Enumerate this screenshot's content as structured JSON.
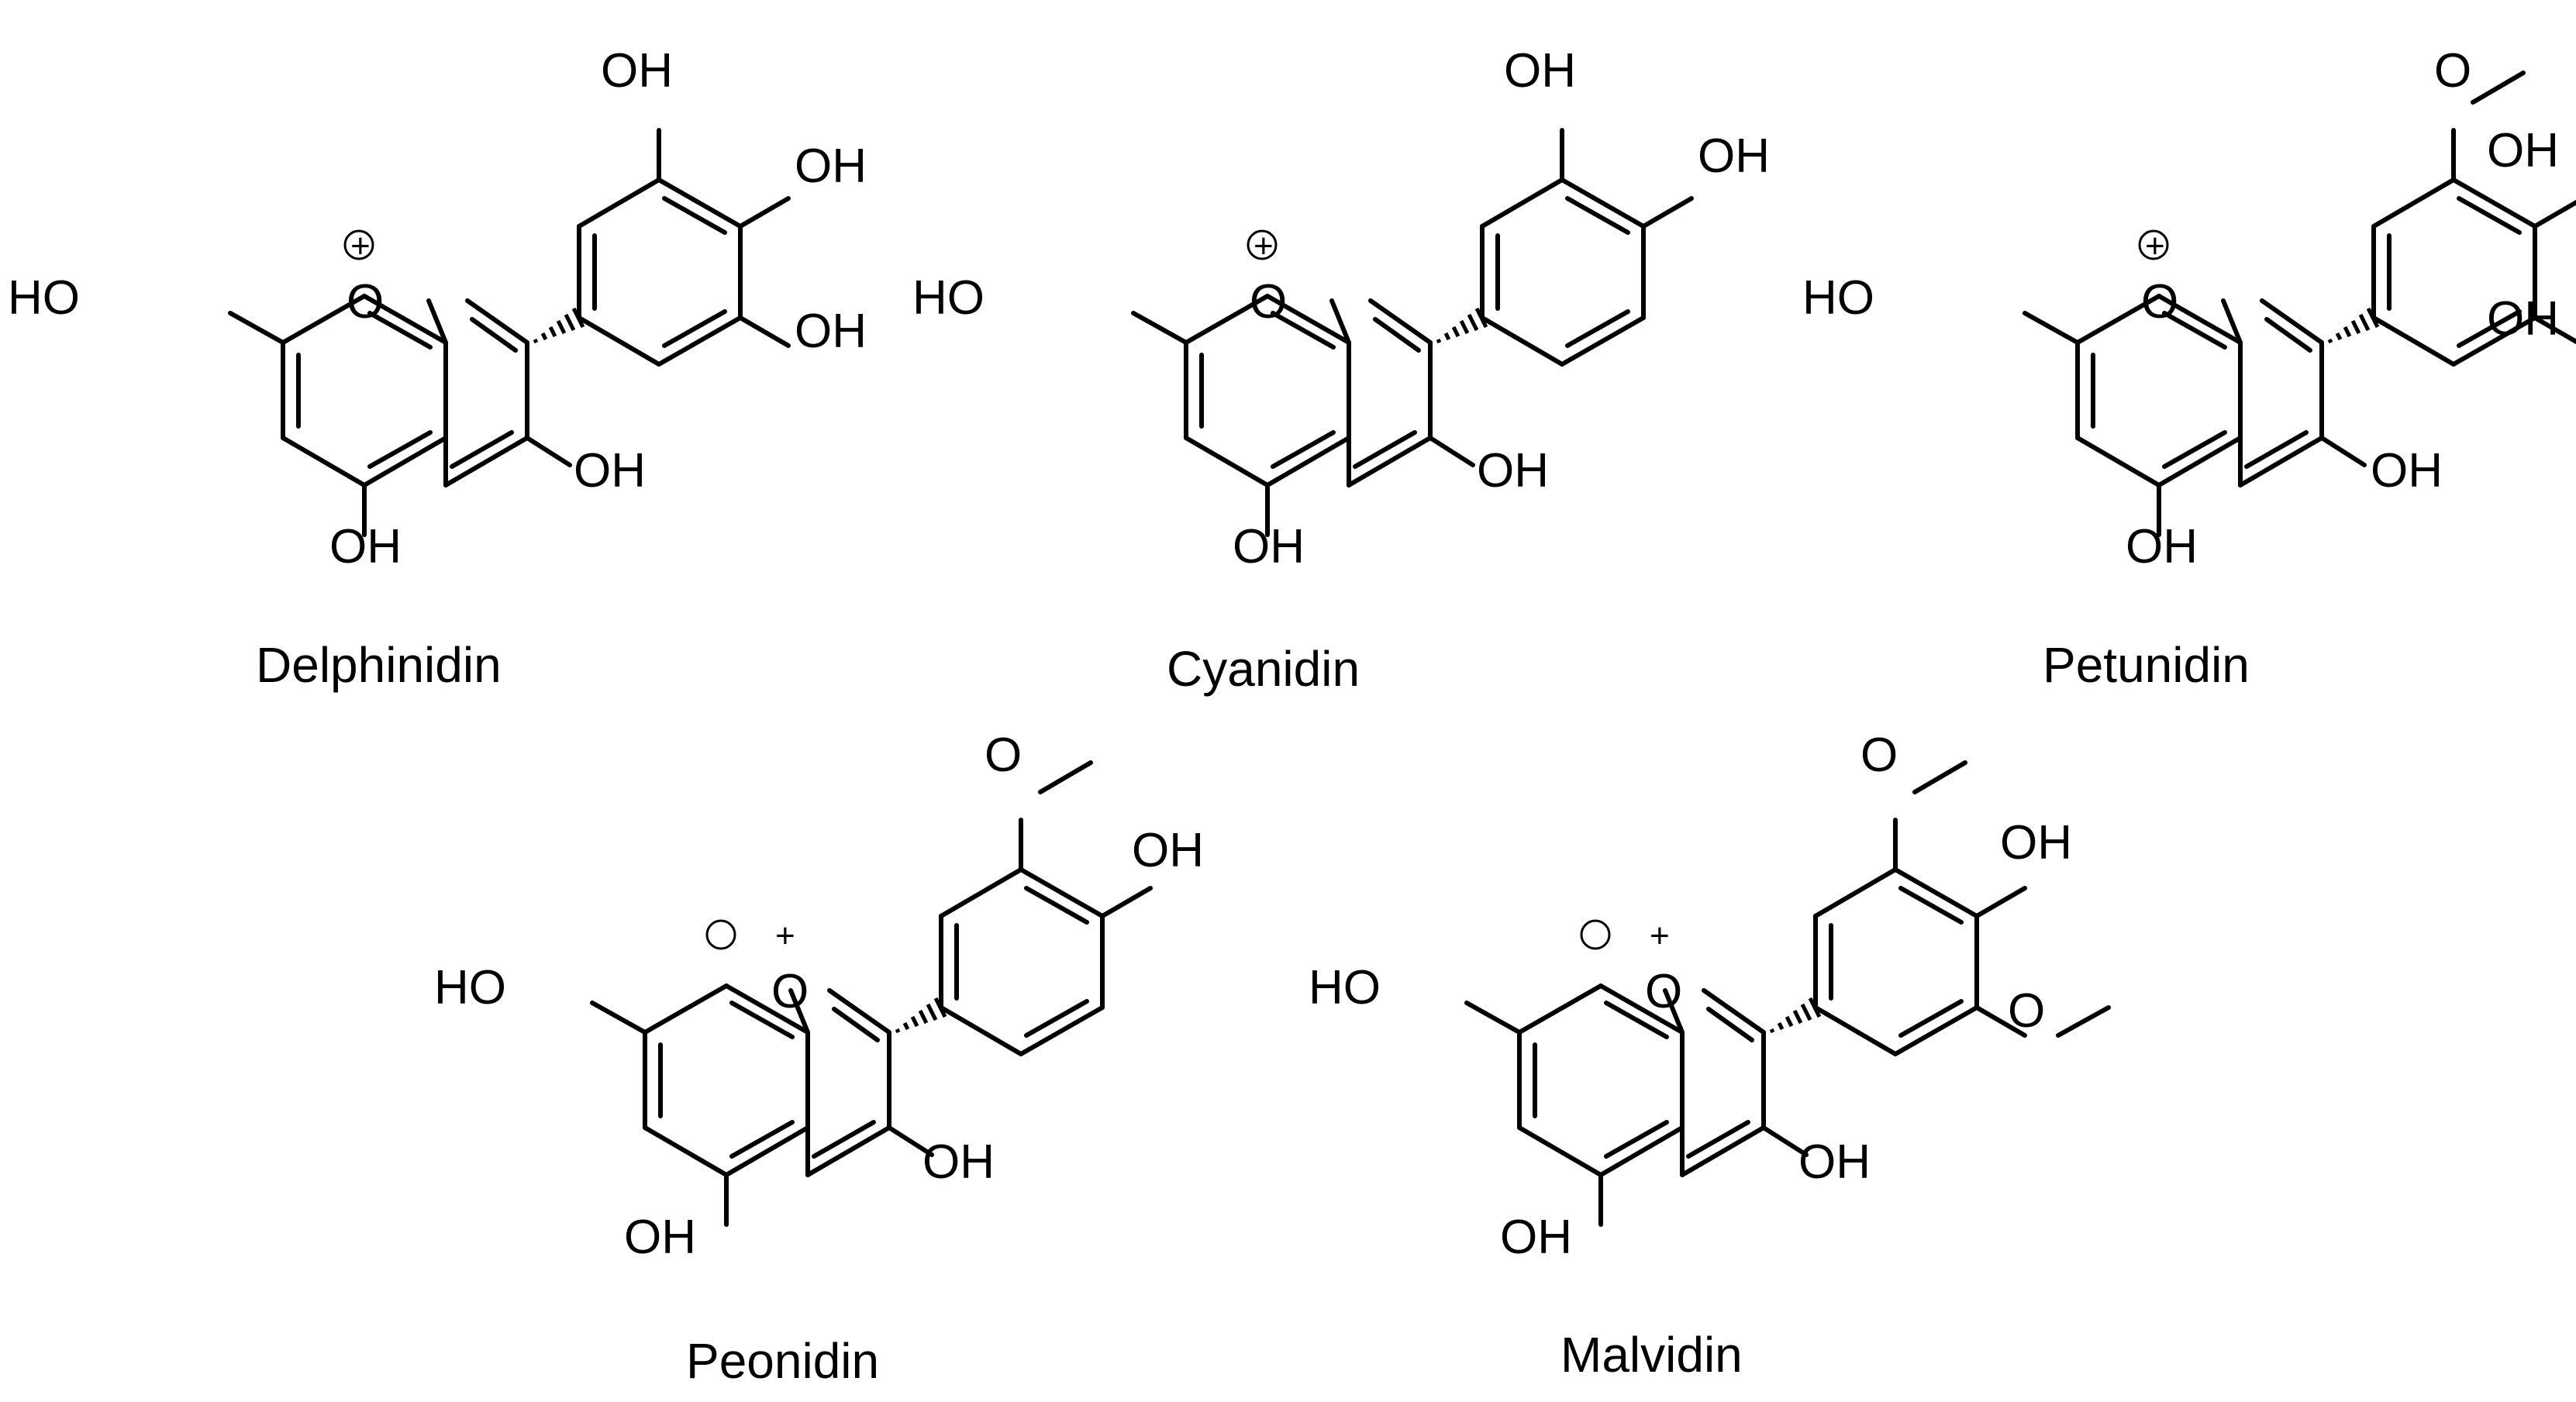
{
  "figure": {
    "background": "#ffffff",
    "ink": "#000000"
  },
  "molecules": [
    {
      "id": "delphinidin",
      "name": "Delphinidin",
      "substituents": {
        "s3p": "OH",
        "s4p": "OH",
        "s5p": "OH"
      }
    },
    {
      "id": "cyanidin",
      "name": "Cyanidin",
      "substituents": {
        "s3p": "OH",
        "s4p": "OH",
        "s5p": ""
      }
    },
    {
      "id": "petunidin",
      "name": "Petunidin",
      "substituents": {
        "s3p": "O",
        "s4p": "OH",
        "s5p": "OH"
      }
    },
    {
      "id": "peonidin",
      "name": "Peonidin",
      "substituents": {
        "s3p": "O",
        "s4p": "OH",
        "s5p": ""
      }
    },
    {
      "id": "malvidin",
      "name": "Malvidin",
      "substituents": {
        "s3p": "O",
        "s4p": "OH",
        "s5p": "O"
      }
    }
  ],
  "core_labels": {
    "oh7": "HO",
    "oh5": "OH",
    "oh3": "OH",
    "ring_o": "O",
    "charge": "+"
  }
}
